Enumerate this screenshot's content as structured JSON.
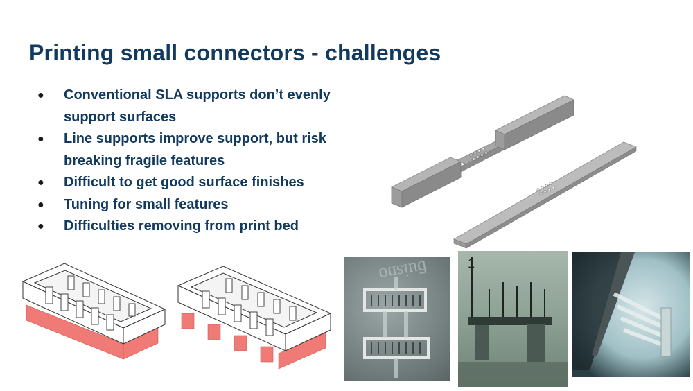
{
  "slide": {
    "title": "Printing small connectors - challenges",
    "bullets": [
      {
        "text": "Conventional SLA supports don’t evenly support surfaces"
      },
      {
        "text": "Line supports improve support, but risk breaking fragile features"
      },
      {
        "text": "Difficult to get good surface finishes"
      },
      {
        "text": "Tuning for small features"
      },
      {
        "text": "Difficulties removing from print bed"
      }
    ],
    "bullet_glyph": "●"
  },
  "images": {
    "connector_models": "3d-render-two-connector-bars",
    "support_diagram_1": "connector-with-continuous-red-support-blocks",
    "support_diagram_2": "connector-with-discrete-red-support-blocks",
    "photo_1": "microscope-photo-printed-connectors-on-coin",
    "photo_2": "microscope-photo-connector-beside-ruler",
    "photo_3": "microscope-photo-connector-with-tweezers"
  },
  "colors": {
    "title": "#123a5e",
    "text": "#123a5e",
    "support_red": "#f07a76",
    "model_gray": "#9a9a9a"
  }
}
